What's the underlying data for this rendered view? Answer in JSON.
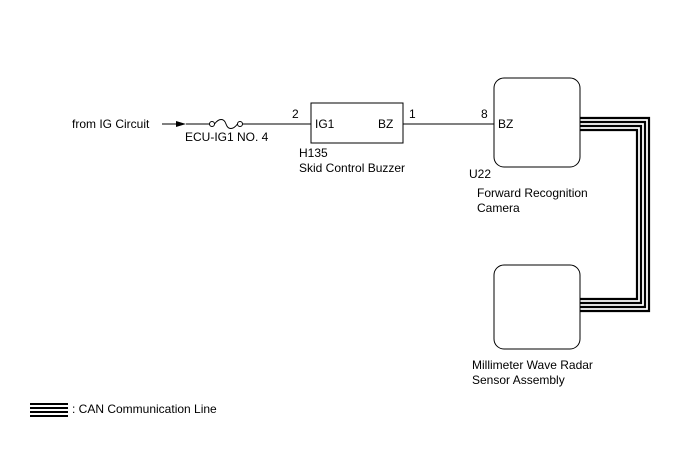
{
  "source": {
    "label": "from IG Circuit"
  },
  "fuse": {
    "label": "ECU-IG1 NO. 4"
  },
  "buzzer": {
    "code": "H135",
    "name": "Skid Control Buzzer",
    "pin_in_label": "IG1",
    "pin_out_label": "BZ",
    "pin_in_number": "2",
    "pin_out_number": "1"
  },
  "camera": {
    "code": "U22",
    "name_line1": "Forward Recognition",
    "name_line2": "Camera",
    "pin_label": "BZ",
    "pin_number": "8"
  },
  "radar": {
    "name_line1": "Millimeter Wave Radar",
    "name_line2": "Sensor Assembly"
  },
  "legend": {
    "can_label": ": CAN Communication Line"
  },
  "colors": {
    "line": "#000000",
    "background": "#ffffff"
  }
}
